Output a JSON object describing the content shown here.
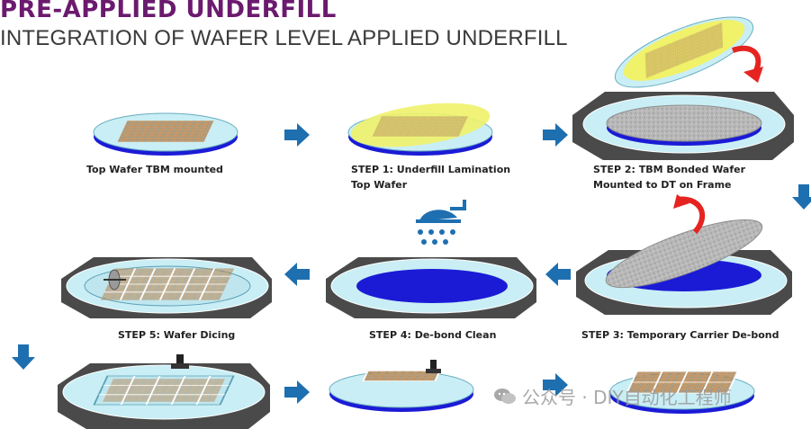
{
  "header": {
    "title": "PRE-APPLIED UNDERFILL",
    "subtitle": "INTEGRATION OF WAFER LEVEL APPLIED UNDERFILL"
  },
  "steps": [
    {
      "line1": "Top Wafer TBM mounted",
      "line2": ""
    },
    {
      "line1": "STEP 1: Underfill Lamination",
      "line2": "Top Wafer"
    },
    {
      "line1": "STEP 2: TBM Bonded Wafer",
      "line2": "Mounted to DT on Frame"
    },
    {
      "line1": "STEP 3: Temporary Carrier De-bond",
      "line2": ""
    },
    {
      "line1": "STEP 4: De-bond Clean",
      "line2": ""
    },
    {
      "line1": "STEP 5: Wafer Dicing",
      "line2": ""
    }
  ],
  "watermark": {
    "text": "公众号 · DIY自动化工程师"
  },
  "colors": {
    "title": "#6b1a6e",
    "arrow": "#1e6fb0",
    "curved_arrow": "#e52421",
    "frame": "#4a4a4a",
    "tape": "#c9eef5",
    "wafer_blue": "#1b1bd6",
    "carrier_grey": "#b9b9b9",
    "underfill_yellow": "#f0f26a",
    "die": "#c79a6a"
  },
  "icons": [
    "right-arrow-icon",
    "left-arrow-icon",
    "down-arrow-icon",
    "curved-arrow-icon",
    "shower-head-icon",
    "dicing-blade-icon",
    "pick-tool-icon",
    "wechat-icon"
  ]
}
